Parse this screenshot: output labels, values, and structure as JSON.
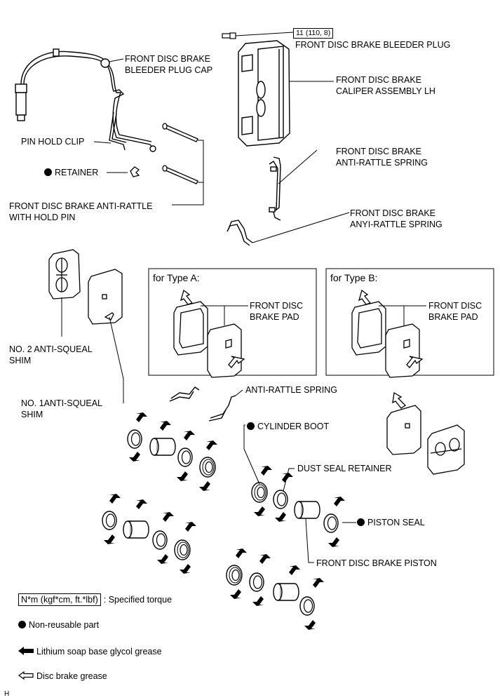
{
  "labels": {
    "torque_value": "11 (110, 8)",
    "bleeder_plug": "FRONT DISC BRAKE BLEEDER PLUG",
    "bleeder_cap_1": "FRONT DISC BRAKE",
    "bleeder_cap_2": "BLEEDER PLUG CAP",
    "caliper_1": "FRONT DISC BRAKE",
    "caliper_2": "CALIPER ASSEMBLY LH",
    "pin_hold_clip": "PIN HOLD CLIP",
    "retainer": "RETAINER",
    "anti_rattle_spring_1": "FRONT DISC BRAKE",
    "anti_rattle_spring_2": "ANTI-RATTLE SPRING",
    "anti_rattle_hold_pin_1": "FRONT DISC BRAKE ANTI-RATTLE",
    "anti_rattle_hold_pin_2": "WITH HOLD PIN",
    "anyi_rattle_spring_1": "FRONT DISC BRAKE",
    "anyi_rattle_spring_2": "ANYI-RATTLE SPRING",
    "no2_shim_1": "NO. 2 ANTI-SQUEAL",
    "no2_shim_2": "SHIM",
    "no1_shim_1": "NO. 1ANTI-SQUEAL",
    "no1_shim_2": "SHIM",
    "type_a": "for Type A:",
    "type_b": "for Type B:",
    "pad_a_1": "FRONT DISC",
    "pad_a_2": "BRAKE PAD",
    "pad_b_1": "FRONT DISC",
    "pad_b_2": "BRAKE PAD",
    "anti_rattle_spring_small": "ANTI-RATTLE SPRING",
    "cylinder_boot": "CYLINDER BOOT",
    "dust_seal_retainer": "DUST SEAL RETAINER",
    "piston_seal": "PISTON SEAL",
    "piston": "FRONT DISC BRAKE PISTON",
    "corner_mark": "H"
  },
  "legend": {
    "torque_key": "N*m (kgf*cm, ft.*lbf)",
    "torque_desc": ": Specified torque",
    "nonreusable": "Non-reusable part",
    "lithium": "Lithium soap base glycol grease",
    "disc_grease": "Disc brake grease"
  }
}
